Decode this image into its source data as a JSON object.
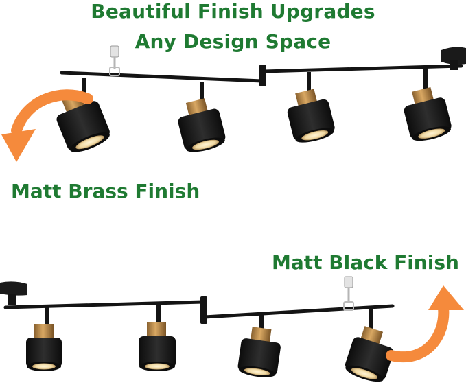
{
  "headline": {
    "line1": "Beautiful Finish Upgrades",
    "line2": "Any Design Space"
  },
  "labels": {
    "brass": "Matt Brass Finish",
    "black": "Matt Black Finish"
  },
  "colors": {
    "text_green": "#1f7a32",
    "arrow_orange": "#f58a3c",
    "fixture_black": "#1b1b1b",
    "brass": "#b8894a",
    "lens": "#f4e2b8",
    "clip": "#d6d6d6"
  }
}
